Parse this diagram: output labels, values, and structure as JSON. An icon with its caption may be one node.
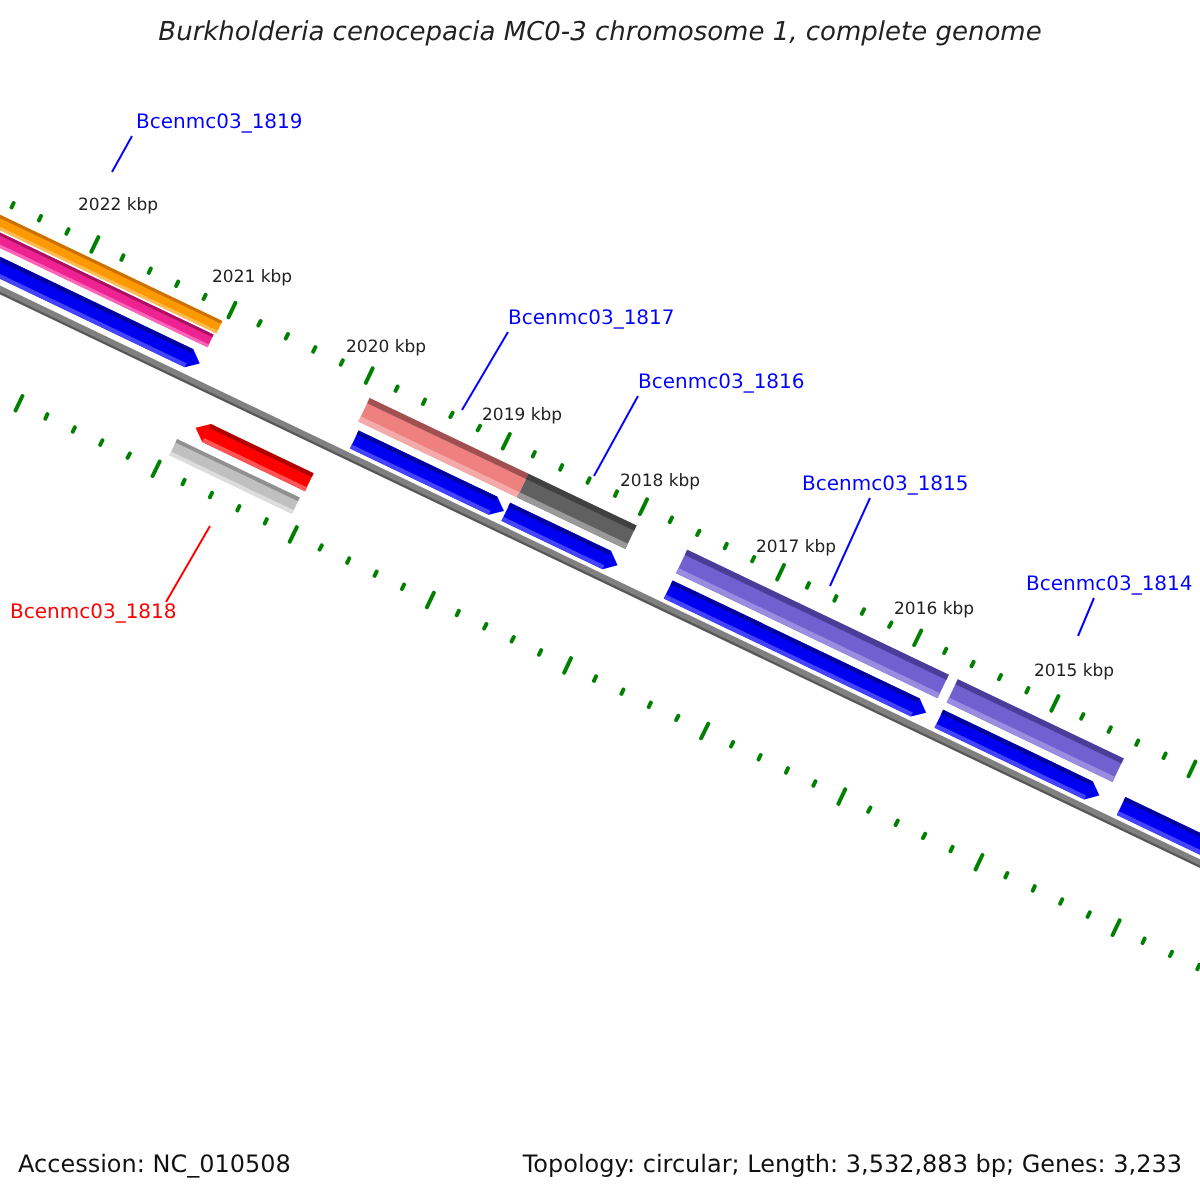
{
  "diagram": {
    "title": "Burkholderia cenocepacia MC0-3 chromosome 1, complete genome",
    "nodes": [
      {
        "text": [
          "Bcenmc03_1819"
        ]
      },
      {
        "text": [
          "Bcenmc03_1817"
        ]
      },
      {
        "text": [
          "Bcenmc03_1816"
        ]
      },
      {
        "text": [
          "Bcenmc03_1815"
        ]
      },
      {
        "text": [
          "Bcenmc03_1814"
        ]
      },
      {
        "text": [
          "Bcenmc03_1818"
        ]
      }
    ],
    "edges": [
      {
        "from": 0,
        "to": null,
        "arrow": "none"
      },
      {
        "from": 1,
        "to": null,
        "arrow": "none"
      },
      {
        "from": 2,
        "to": null,
        "arrow": "none"
      },
      {
        "from": 3,
        "to": null,
        "arrow": "none"
      },
      {
        "from": 4,
        "to": null,
        "arrow": "none"
      },
      {
        "from": 5,
        "to": null,
        "arrow": "none",
        "color": "#ff0000"
      }
    ],
    "labels": [
      "2022 kbp",
      "2021 kbp",
      "2020 kbp",
      "2019 kbp",
      "2018 kbp",
      "2017 kbp",
      "2016 kbp",
      "2015 kbp",
      "Accession: NC_010508",
      "Topology: circular; Length: 3,532,883 bp; Genes: 3,233"
    ]
  }
}
